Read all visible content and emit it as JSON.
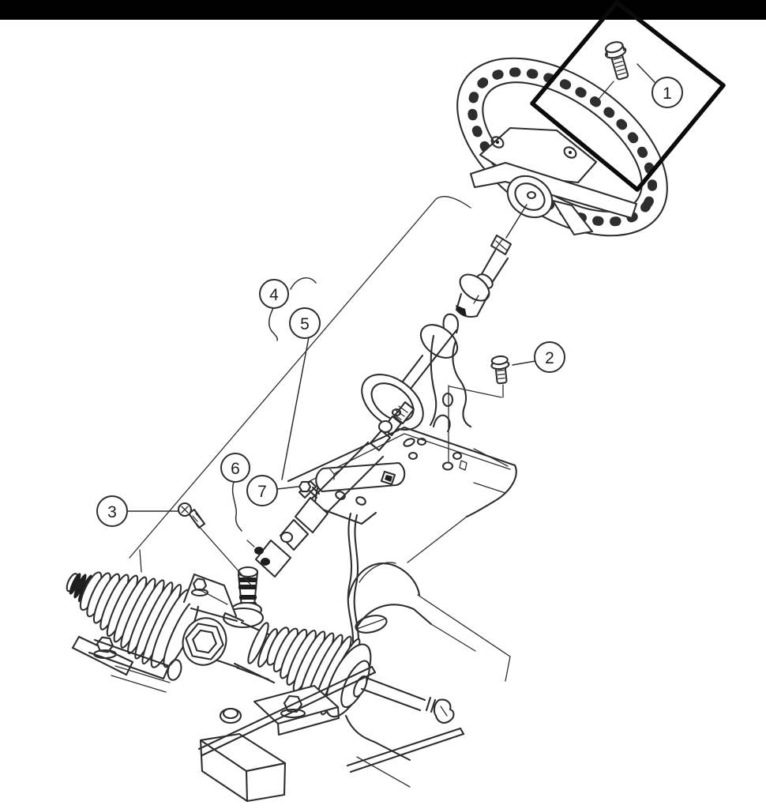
{
  "figure": {
    "background": "#ffffff",
    "top_bar_color": "#000000",
    "line_color": "#2e2e2e",
    "detail_box_color": "#0b0b0b",
    "callout_text_color": "#1f1f1f"
  },
  "callouts": [
    {
      "number": "1",
      "points_to": "steering-wheel-mounting-bolt"
    },
    {
      "number": "2",
      "points_to": "column-bracket-bolt"
    },
    {
      "number": "3",
      "points_to": "cover-screw"
    },
    {
      "number": "4",
      "points_to": "steering-column-upper"
    },
    {
      "number": "5",
      "points_to": "steering-column-jacket"
    },
    {
      "number": "6",
      "points_to": "intermediate-shaft-joint"
    },
    {
      "number": "7",
      "points_to": "joint-pinch-bolt"
    }
  ]
}
